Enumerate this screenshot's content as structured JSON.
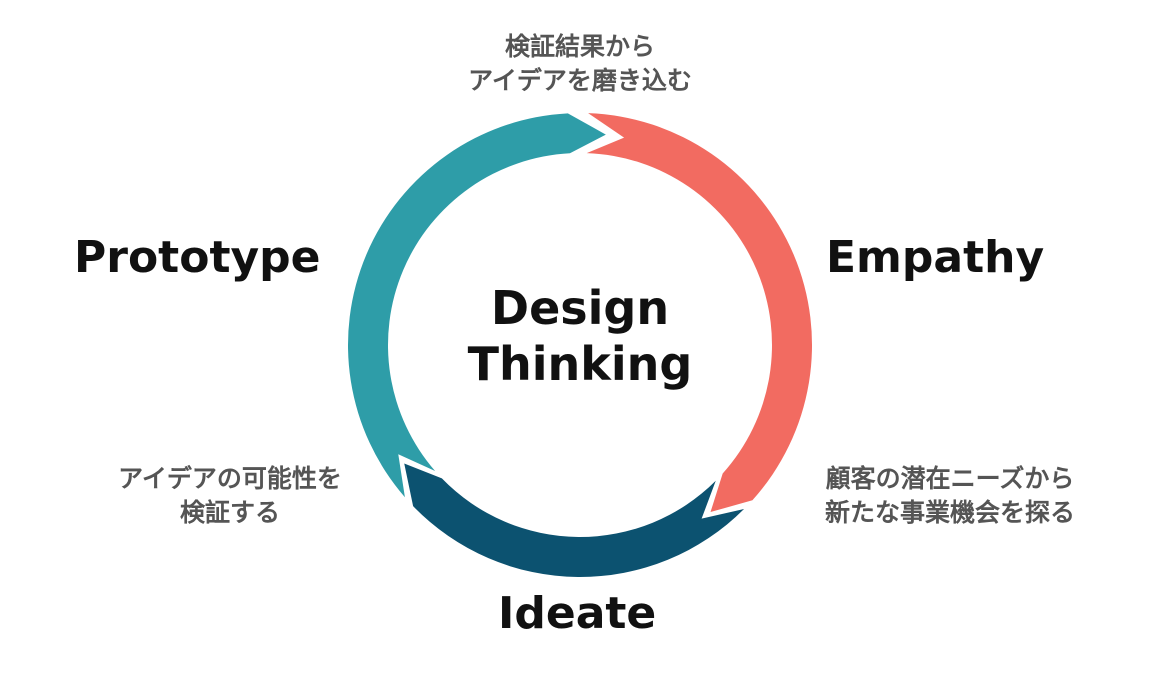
{
  "diagram": {
    "center": {
      "line1": "Design",
      "line2": "Thinking"
    },
    "stages": [
      {
        "name": "Empathy",
        "color": "#F26B61",
        "description": [
          "顧客の潜在ニーズから",
          "新たな事業機会を探る"
        ]
      },
      {
        "name": "Ideate",
        "color": "#0C5270",
        "description": []
      },
      {
        "name": "Prototype",
        "color": "#2E9DA8",
        "description": [
          "アイデアの可能性を",
          "検証する"
        ]
      }
    ],
    "top_note": [
      "検証結果から",
      "アイデアを磨き込む"
    ]
  }
}
